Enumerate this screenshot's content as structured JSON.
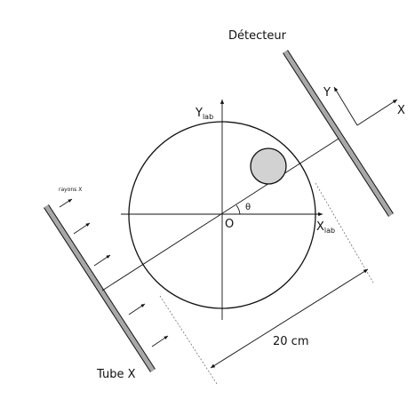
{
  "labels": {
    "detector": "Détecteur",
    "tube": "Tube X",
    "xrays": "rayons X",
    "origin": "O",
    "theta": "θ",
    "distance": "20 cm",
    "x_lab_main": "X",
    "x_lab_sub": "lab",
    "y_lab_main": "Y",
    "y_lab_sub": "lab",
    "detector_x_axis": "X",
    "detector_y_axis": "Y"
  },
  "colors": {
    "line": "#111111",
    "panel_fill": "#a8a8a8",
    "inclusion_fill": "#d2d2d2"
  }
}
